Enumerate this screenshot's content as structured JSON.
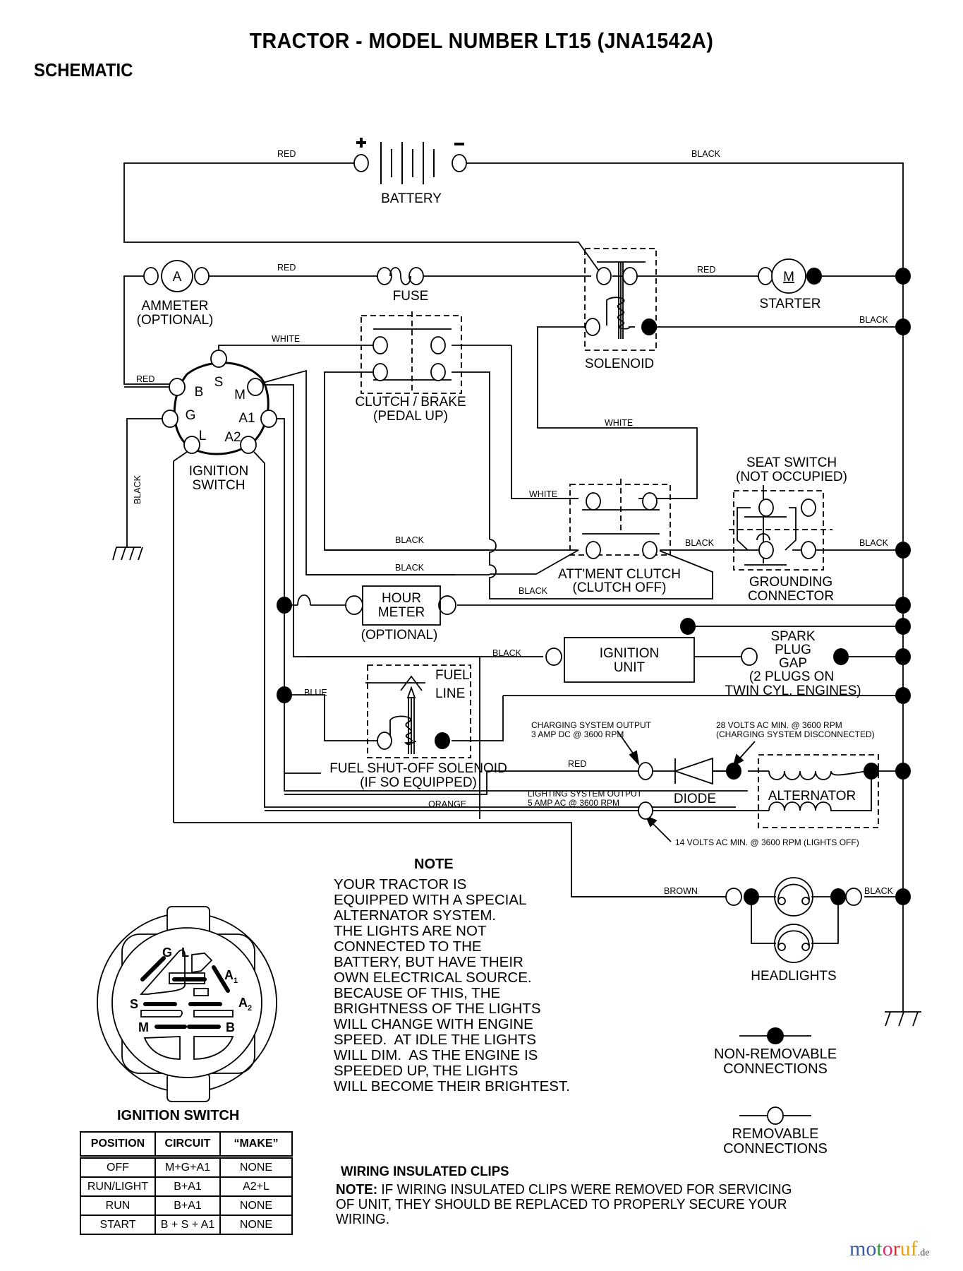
{
  "header": {
    "title": "TRACTOR - MODEL NUMBER LT15 (JNA1542A)",
    "section": "SCHEMATIC"
  },
  "components": {
    "battery": {
      "label": "BATTERY",
      "plus": "+",
      "minus": "−"
    },
    "ammeter": {
      "symbol": "A",
      "label1": "AMMETER",
      "label2": "(OPTIONAL)"
    },
    "fuse": {
      "label": "FUSE"
    },
    "solenoid": {
      "label": "SOLENOID"
    },
    "starter": {
      "symbol": "M",
      "label": "STARTER"
    },
    "ignition_switch": {
      "label1": "IGNITION",
      "label2": "SWITCH",
      "terminals": [
        "S",
        "B",
        "M",
        "G",
        "A1",
        "L",
        "A2"
      ]
    },
    "clutch_brake": {
      "label1": "CLUTCH / BRAKE",
      "label2": "(PEDAL UP)"
    },
    "attment_clutch": {
      "label1": "ATT'MENT CLUTCH",
      "label2": "(CLUTCH OFF)"
    },
    "seat_switch": {
      "label1": "SEAT SWITCH",
      "label2": "(NOT OCCUPIED)"
    },
    "grounding_connector": {
      "label1": "GROUNDING",
      "label2": "CONNECTOR"
    },
    "hour_meter": {
      "label1": "HOUR",
      "label2": "METER",
      "label3": "(OPTIONAL)"
    },
    "ignition_unit": {
      "label1": "IGNITION",
      "label2": "UNIT"
    },
    "spark_plug": {
      "lines": [
        "SPARK",
        "PLUG",
        "GAP",
        "(2 PLUGS ON",
        "TWIN CYL. ENGINES)"
      ]
    },
    "fuel_solenoid": {
      "fuel": "FUEL",
      "line": "LINE",
      "label1": "FUEL SHUT-OFF SOLENOID",
      "label2": "(IF SO EQUIPPED)"
    },
    "diode": {
      "label": "DIODE"
    },
    "alternator": {
      "label": "ALTERNATOR"
    },
    "headlights": {
      "label": "HEADLIGHTS"
    }
  },
  "wires": {
    "battery_pos": "RED",
    "battery_neg": "BLACK",
    "ammeter_fuse": "RED",
    "ign_red": "RED",
    "ign_ground": "BLACK",
    "ign_white": "WHITE",
    "solenoid_starter": "RED",
    "solenoid_ground": "BLACK",
    "solenoid_white": "WHITE",
    "attment_white": "WHITE",
    "clutch_black1": "BLACK",
    "clutch_black2": "BLACK",
    "clutch_black3": "BLACK",
    "attment_seat": "BLACK",
    "seat_ground": "BLACK",
    "ignition_unit": "BLACK",
    "fuel_blue": "BLUE",
    "charging_red": "RED",
    "lighting_orange": "ORANGE",
    "headlight_brown": "BROWN",
    "headlight_black": "BLACK"
  },
  "annotations": {
    "charging_1": "CHARGING SYSTEM OUTPUT",
    "charging_2": "3 AMP DC @ 3600 RPM",
    "volts28_1": "28 VOLTS AC MIN. @ 3600 RPM",
    "volts28_2": "(CHARGING SYSTEM DISCONNECTED)",
    "lighting_1": "LIGHTING SYSTEM OUTPUT",
    "lighting_2": "5 AMP AC @ 3600 RPM",
    "volts14": "14 VOLTS AC MIN. @ 3600 RPM (LIGHTS OFF)"
  },
  "note": {
    "title": "NOTE",
    "body": "YOUR TRACTOR IS\nEQUIPPED WITH A SPECIAL\nALTERNATOR SYSTEM.\nTHE LIGHTS ARE NOT\nCONNECTED TO THE\nBATTERY, BUT HAVE THEIR\nOWN ELECTRICAL SOURCE.\nBECAUSE OF THIS, THE\nBRIGHTNESS OF THE LIGHTS\nWILL CHANGE WITH ENGINE\nSPEED.  AT IDLE THE LIGHTS\nWILL DIM.  AS THE ENGINE IS\nSPEEDED UP, THE LIGHTS\nWILL BECOME THEIR BRIGHTEST."
  },
  "legend": {
    "non_removable_1": "NON-REMOVABLE",
    "non_removable_2": "CONNECTIONS",
    "removable_1": "REMOVABLE",
    "removable_2": "CONNECTIONS"
  },
  "ignition_diagram": {
    "title": "IGNITION SWITCH",
    "labels": {
      "G": "G",
      "L": "L",
      "A1": "A",
      "A1_sub": "1",
      "A2": "A",
      "A2_sub": "2",
      "S": "S",
      "M": "M",
      "B": "B"
    }
  },
  "ignition_table": {
    "headers": [
      "POSITION",
      "CIRCUIT",
      "“MAKE”"
    ],
    "rows": [
      [
        "OFF",
        "M+G+A1",
        "NONE"
      ],
      [
        "RUN/LIGHT",
        "B+A1",
        "A2+L"
      ],
      [
        "RUN",
        "B+A1",
        "NONE"
      ],
      [
        "START",
        "B + S + A1",
        "NONE"
      ]
    ]
  },
  "clips": {
    "title": "WIRING INSULATED CLIPS",
    "note_label": "NOTE:",
    "note_text": " IF WIRING INSULATED CLIPS WERE REMOVED FOR SERVICING OF UNIT, THEY SHOULD BE REPLACED TO PROPERLY SECURE YOUR WIRING."
  },
  "watermark": {
    "letters": [
      "m",
      "o",
      "t",
      "o",
      "r",
      "u",
      "f"
    ],
    "colors": [
      "#3b5ba9",
      "#3b5ba9",
      "#2e9b3a",
      "#d6336c",
      "#c8362e",
      "#e6a21a",
      "#e6a21a"
    ],
    "tld": ".de"
  }
}
